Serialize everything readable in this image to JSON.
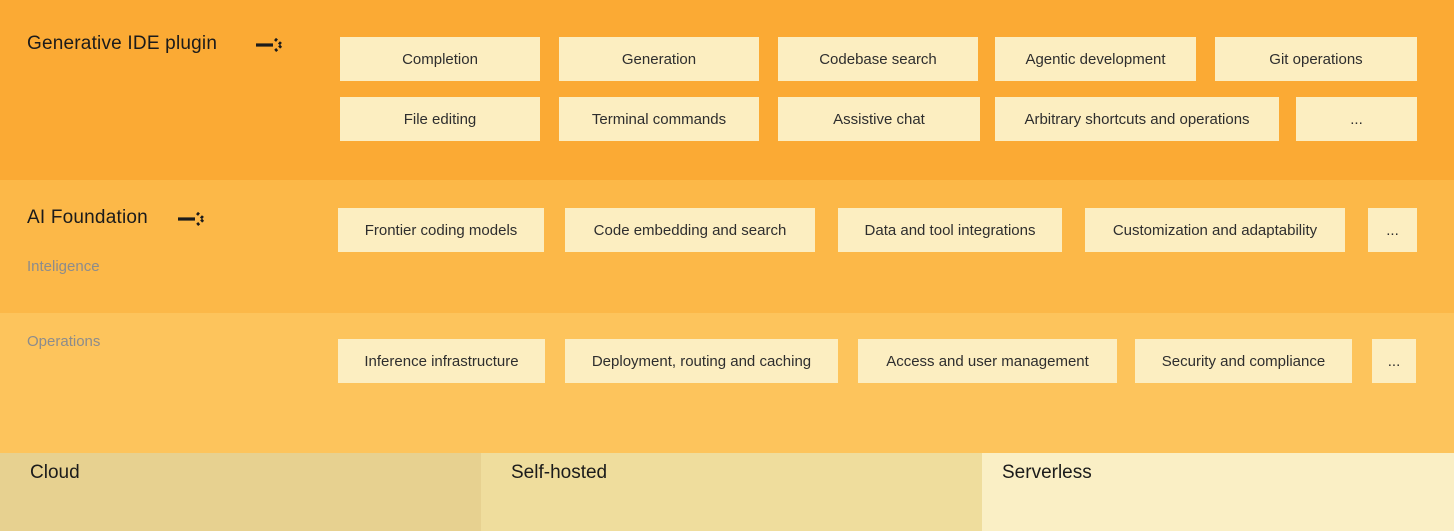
{
  "colors": {
    "band_ide": "#FBAA34",
    "band_foundation": "#FCB848",
    "band_operations": "#FDC45C",
    "box_fill": "#FCEEC1",
    "cloud_fill": "#E7D190",
    "self_hosted_fill": "#EFDD9D",
    "serverless_fill": "#FAEFC5",
    "title_text": "#1B1B1B",
    "box_text": "#2E2E2E",
    "sublabel_text": "#8C8C8C"
  },
  "layers": {
    "ide": {
      "title": "Generative IDE plugin",
      "row1": [
        "Completion",
        "Generation",
        "Codebase search",
        "Agentic development",
        "Git operations"
      ],
      "row2": [
        "File editing",
        "Terminal commands",
        "Assistive chat",
        "Arbitrary shortcuts and operations",
        "..."
      ]
    },
    "foundation": {
      "title": "AI Foundation",
      "sublabel": "Inteligence",
      "row": [
        "Frontier coding models",
        "Code embedding and search",
        "Data and tool integrations",
        "Customization and adaptability",
        "..."
      ]
    },
    "operations": {
      "sublabel": "Operations",
      "row": [
        "Inference infrastructure",
        "Deployment, routing and caching",
        "Access and user management",
        "Security and compliance",
        "..."
      ]
    }
  },
  "deployment": {
    "cloud": "Cloud",
    "self_hosted": "Self-hosted",
    "serverless": "Serverless"
  }
}
